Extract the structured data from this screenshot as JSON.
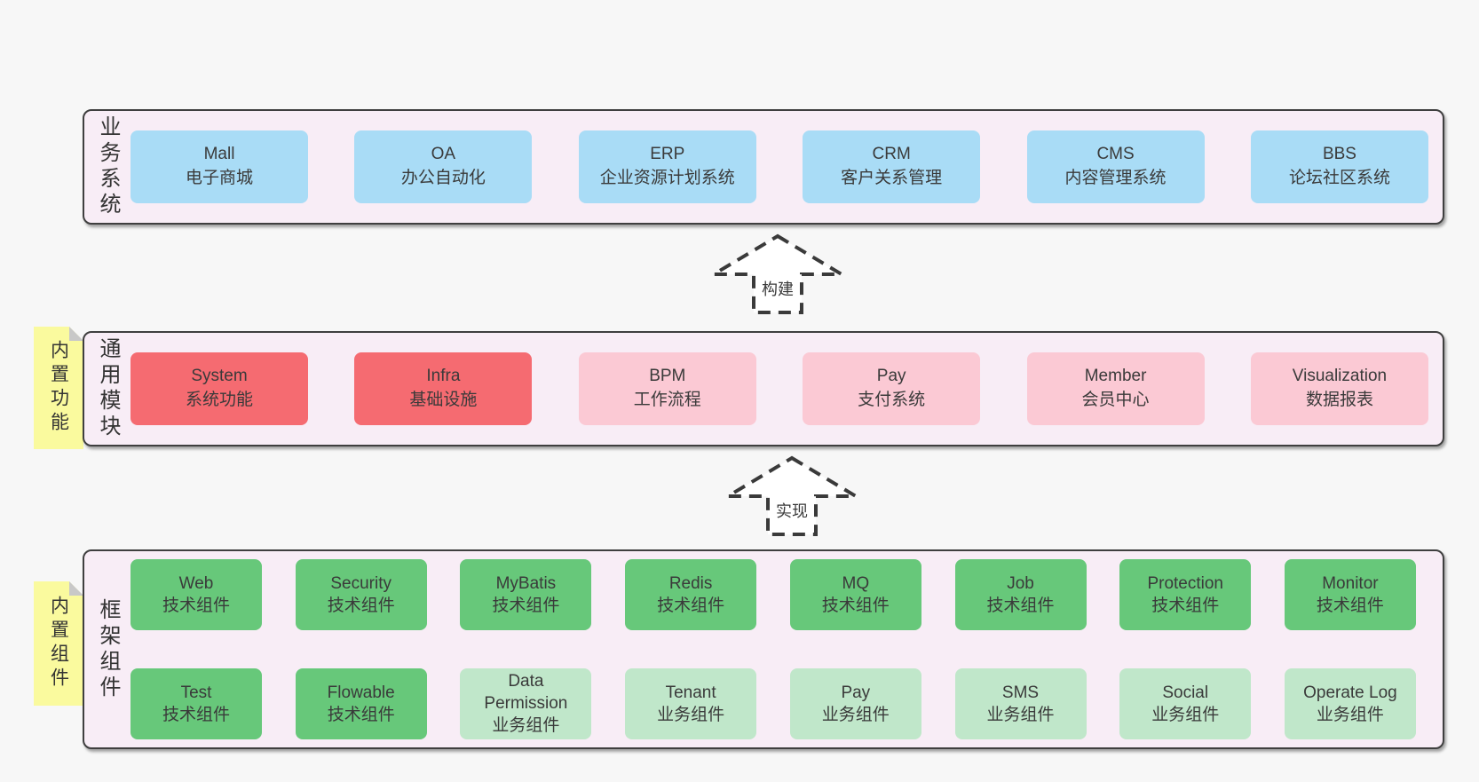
{
  "colors": {
    "page_bg": "#f7f7f7",
    "panel_bg": "#f8edf6",
    "panel_border": "#3f3f3f",
    "box_blue": "#a9dcf6",
    "box_red": "#f56b71",
    "box_pink": "#fbc9d4",
    "box_green": "#67c87a",
    "box_green_light": "#c0e7ca",
    "note_yellow": "#fafa9e",
    "note_fold": "#c8c8c8",
    "text": "#3a3a3a"
  },
  "notes": [
    {
      "label": "内置功能"
    },
    {
      "label": "内置组件"
    }
  ],
  "arrows": [
    {
      "label": "构建"
    },
    {
      "label": "实现"
    }
  ],
  "sections": [
    {
      "label": "业务系统",
      "items": [
        {
          "en": "Mall",
          "zh": "电子商城",
          "variant": "blue"
        },
        {
          "en": "OA",
          "zh": "办公自动化",
          "variant": "blue"
        },
        {
          "en": "ERP",
          "zh": "企业资源计划系统",
          "variant": "blue"
        },
        {
          "en": "CRM",
          "zh": "客户关系管理",
          "variant": "blue"
        },
        {
          "en": "CMS",
          "zh": "内容管理系统",
          "variant": "blue"
        },
        {
          "en": "BBS",
          "zh": "论坛社区系统",
          "variant": "blue"
        }
      ]
    },
    {
      "label": "通用模块",
      "items": [
        {
          "en": "System",
          "zh": "系统功能",
          "variant": "red"
        },
        {
          "en": "Infra",
          "zh": "基础设施",
          "variant": "red"
        },
        {
          "en": "BPM",
          "zh": "工作流程",
          "variant": "pink"
        },
        {
          "en": "Pay",
          "zh": "支付系统",
          "variant": "pink"
        },
        {
          "en": "Member",
          "zh": "会员中心",
          "variant": "pink"
        },
        {
          "en": "Visualization",
          "zh": "数据报表",
          "variant": "pink"
        }
      ]
    },
    {
      "label": "框架组件",
      "rows": [
        [
          {
            "en": "Web",
            "zh": "技术组件",
            "variant": "green"
          },
          {
            "en": "Security",
            "zh": "技术组件",
            "variant": "green"
          },
          {
            "en": "MyBatis",
            "zh": "技术组件",
            "variant": "green"
          },
          {
            "en": "Redis",
            "zh": "技术组件",
            "variant": "green"
          },
          {
            "en": "MQ",
            "zh": "技术组件",
            "variant": "green"
          },
          {
            "en": "Job",
            "zh": "技术组件",
            "variant": "green"
          },
          {
            "en": "Protection",
            "zh": "技术组件",
            "variant": "green"
          },
          {
            "en": "Monitor",
            "zh": "技术组件",
            "variant": "green"
          }
        ],
        [
          {
            "en": "Test",
            "zh": "技术组件",
            "variant": "green"
          },
          {
            "en": "Flowable",
            "zh": "技术组件",
            "variant": "green"
          },
          {
            "en": "Data Permission",
            "zh": "业务组件",
            "variant": "green-light"
          },
          {
            "en": "Tenant",
            "zh": "业务组件",
            "variant": "green-light"
          },
          {
            "en": "Pay",
            "zh": "业务组件",
            "variant": "green-light"
          },
          {
            "en": "SMS",
            "zh": "业务组件",
            "variant": "green-light"
          },
          {
            "en": "Social",
            "zh": "业务组件",
            "variant": "green-light"
          },
          {
            "en": "Operate Log",
            "zh": "业务组件",
            "variant": "green-light"
          }
        ]
      ]
    }
  ]
}
